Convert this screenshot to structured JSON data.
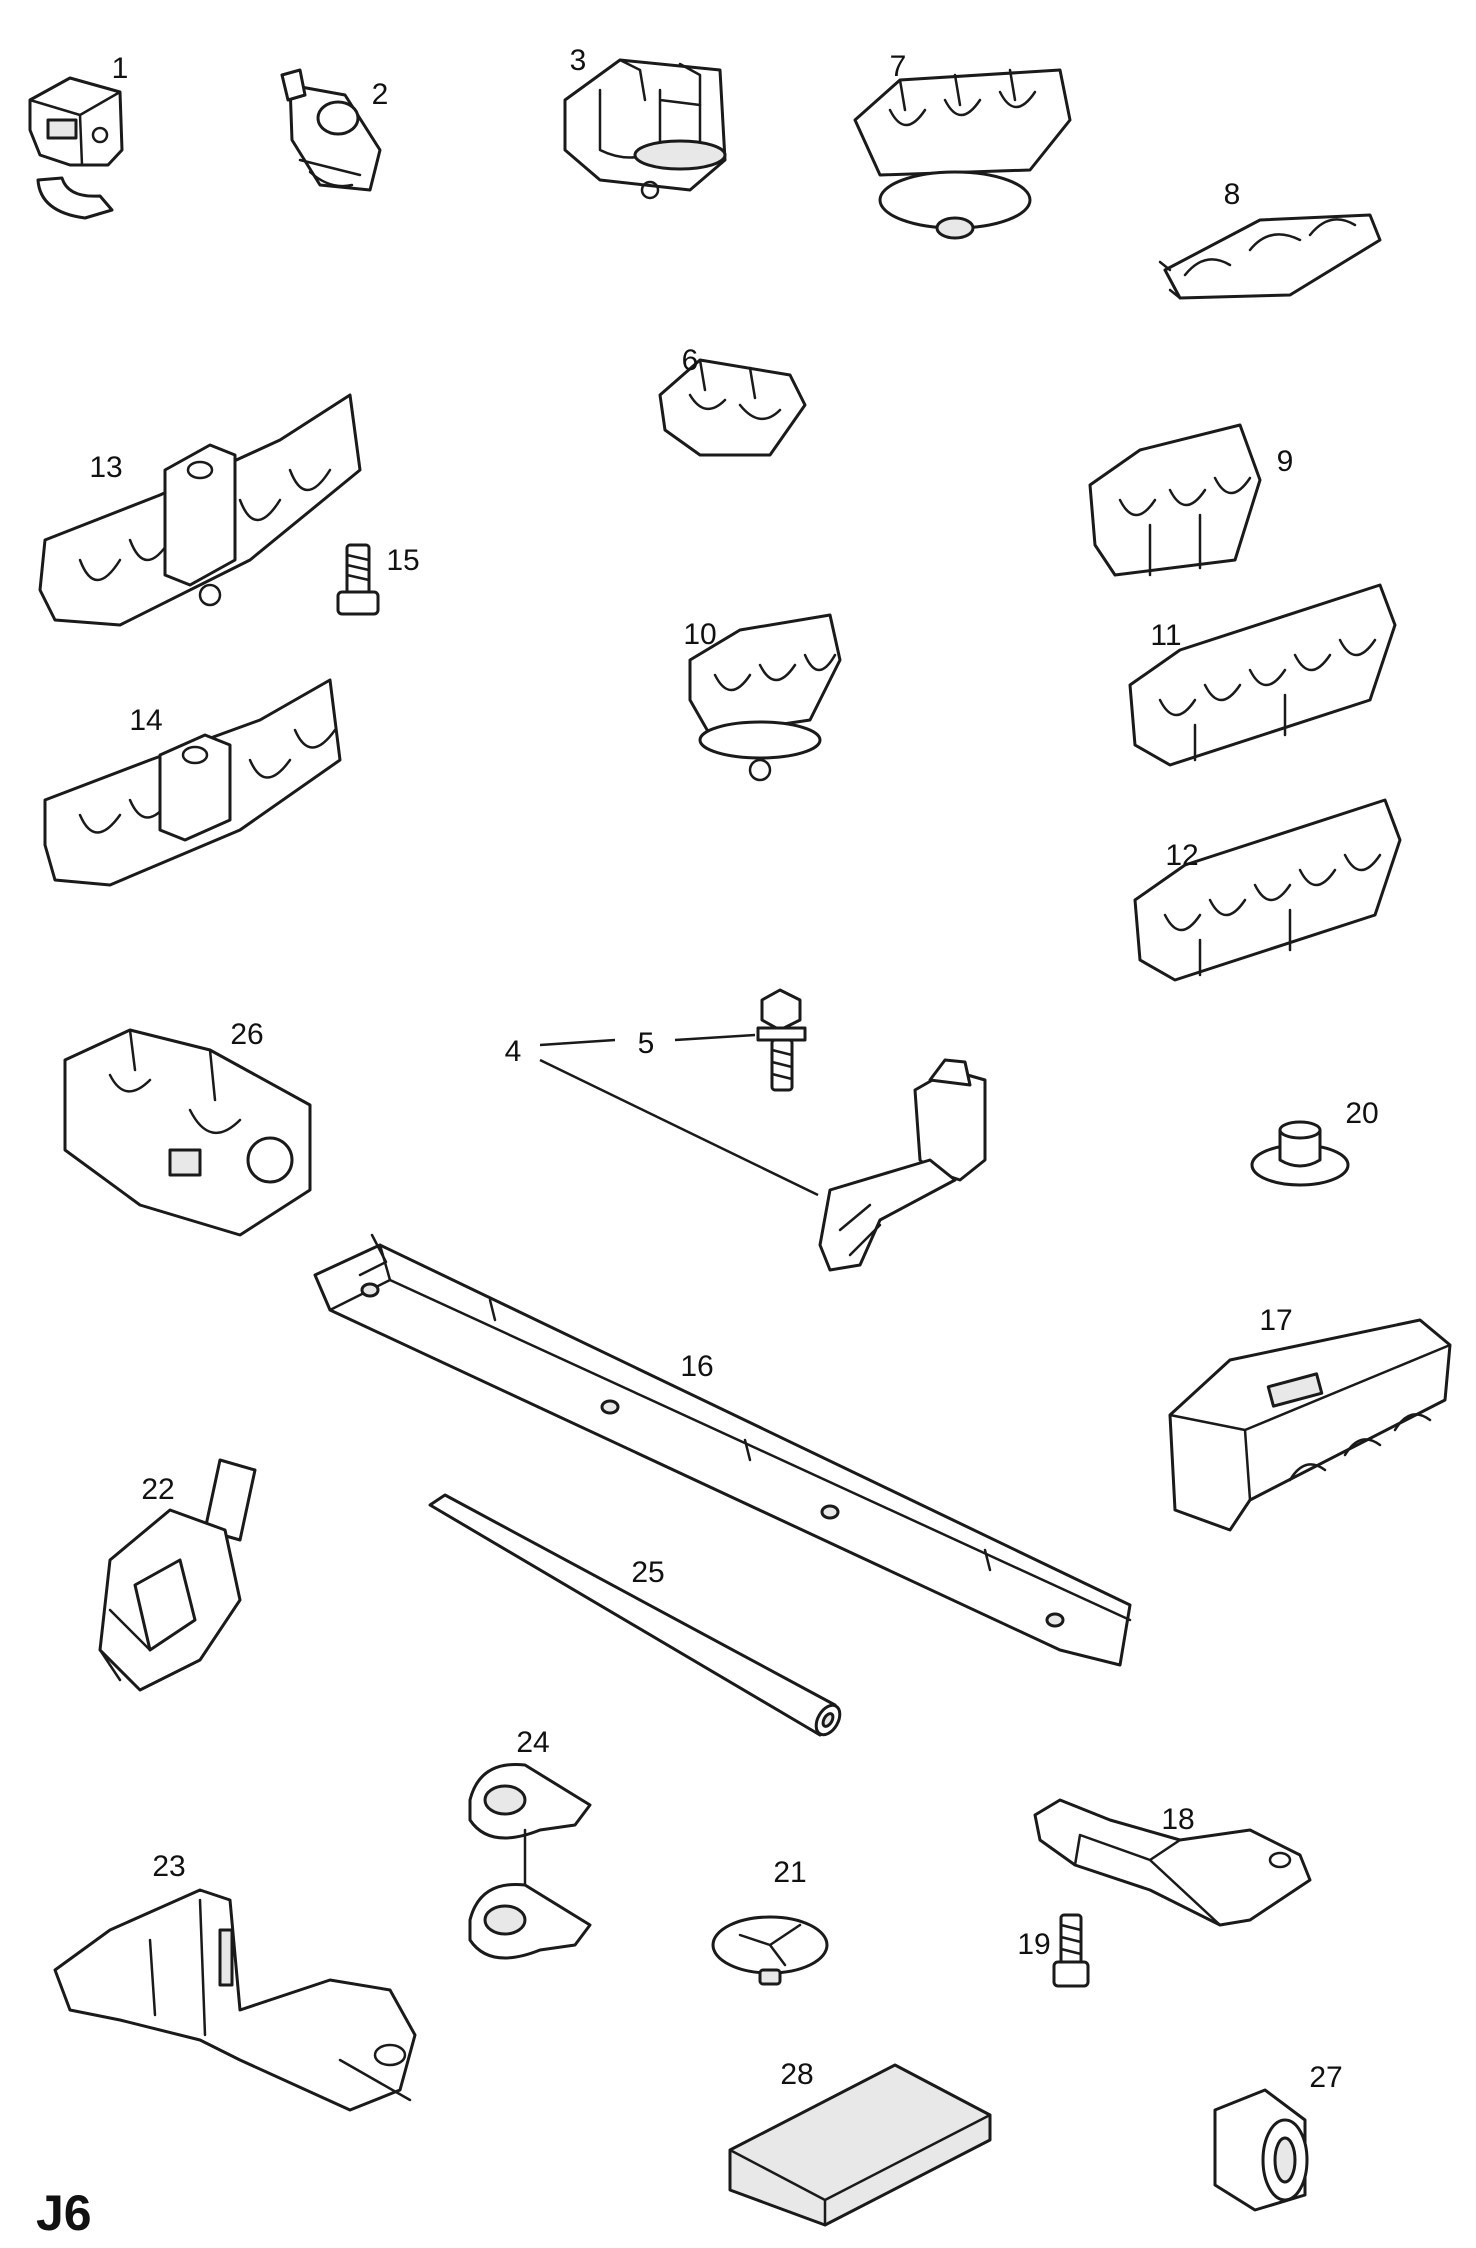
{
  "figure_label": "J6",
  "callouts": [
    {
      "id": "1",
      "text": "1"
    },
    {
      "id": "2",
      "text": "2"
    },
    {
      "id": "3",
      "text": "3"
    },
    {
      "id": "4",
      "text": "4"
    },
    {
      "id": "5",
      "text": "5"
    },
    {
      "id": "6",
      "text": "6"
    },
    {
      "id": "7",
      "text": "7"
    },
    {
      "id": "8",
      "text": "8"
    },
    {
      "id": "9",
      "text": "9"
    },
    {
      "id": "10",
      "text": "10"
    },
    {
      "id": "11",
      "text": "11"
    },
    {
      "id": "12",
      "text": "12"
    },
    {
      "id": "13",
      "text": "13"
    },
    {
      "id": "14",
      "text": "14"
    },
    {
      "id": "15",
      "text": "15"
    },
    {
      "id": "16",
      "text": "16"
    },
    {
      "id": "17",
      "text": "17"
    },
    {
      "id": "18",
      "text": "18"
    },
    {
      "id": "19",
      "text": "19"
    },
    {
      "id": "20",
      "text": "20"
    },
    {
      "id": "21",
      "text": "21"
    },
    {
      "id": "22",
      "text": "22"
    },
    {
      "id": "23",
      "text": "23"
    },
    {
      "id": "24",
      "text": "24"
    },
    {
      "id": "25",
      "text": "25"
    },
    {
      "id": "26",
      "text": "26"
    },
    {
      "id": "27",
      "text": "27"
    },
    {
      "id": "28",
      "text": "28"
    }
  ],
  "colors": {
    "line": "#1a1a1a",
    "background": "#ffffff",
    "shade": "#e8e8e8"
  }
}
